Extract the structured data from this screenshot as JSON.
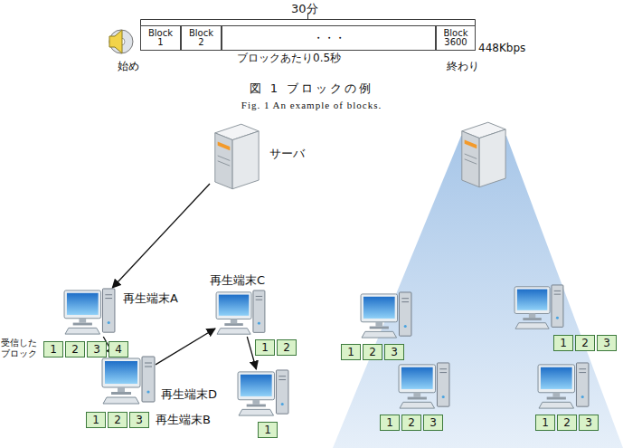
{
  "diagram": {
    "caption": "図 1 ブロックの例",
    "nodes": [
      {
        "text": [
          "Block 1"
        ]
      },
      {
        "text": [
          "Block 2"
        ]
      },
      {
        "text": [
          "・・・"
        ]
      },
      {
        "text": [
          "Block 3600"
        ]
      },
      {
        "text": [
          "サーバ"
        ]
      },
      {
        "text": [
          "再生端末A"
        ]
      },
      {
        "text": [
          "1"
        ]
      },
      {
        "text": [
          "2"
        ]
      },
      {
        "text": [
          "3"
        ]
      },
      {
        "text": [
          "4"
        ]
      },
      {
        "text": [
          "再生端末C"
        ]
      },
      {
        "text": [
          "1"
        ]
      },
      {
        "text": [
          "2"
        ]
      },
      {
        "text": [
          "再生端末B"
        ]
      },
      {
        "text": [
          "1"
        ]
      },
      {
        "text": [
          "2"
        ]
      },
      {
        "text": [
          "3"
        ]
      },
      {
        "text": [
          "再生端末D"
        ]
      },
      {
        "text": [
          "1"
        ]
      },
      {
        "text": [
          "1"
        ]
      },
      {
        "text": [
          "2"
        ]
      },
      {
        "text": [
          "3"
        ]
      },
      {
        "text": [
          "1"
        ]
      },
      {
        "text": [
          "2"
        ]
      },
      {
        "text": [
          "3"
        ]
      },
      {
        "text": [
          "1"
        ]
      },
      {
        "text": [
          "2"
        ]
      },
      {
        "text": [
          "3"
        ]
      },
      {
        "text": [
          "1"
        ]
      },
      {
        "text": [
          "2"
        ]
      },
      {
        "text": [
          "3"
        ]
      }
    ],
    "edges": [
      {
        "from": 4,
        "to": 5,
        "arrow": "to"
      },
      {
        "from": 5,
        "to": 13,
        "arrow": "to"
      },
      {
        "from": 13,
        "to": 10,
        "arrow": "to"
      },
      {
        "from": 10,
        "to": 17,
        "arrow": "to"
      }
    ],
    "labels": [
      "30分",
      "448Kbps",
      "始め",
      "ブロックあたり0.5秒",
      "終わり",
      "Fig. 1 An example of blocks.",
      "受信した ブロック"
    ]
  }
}
